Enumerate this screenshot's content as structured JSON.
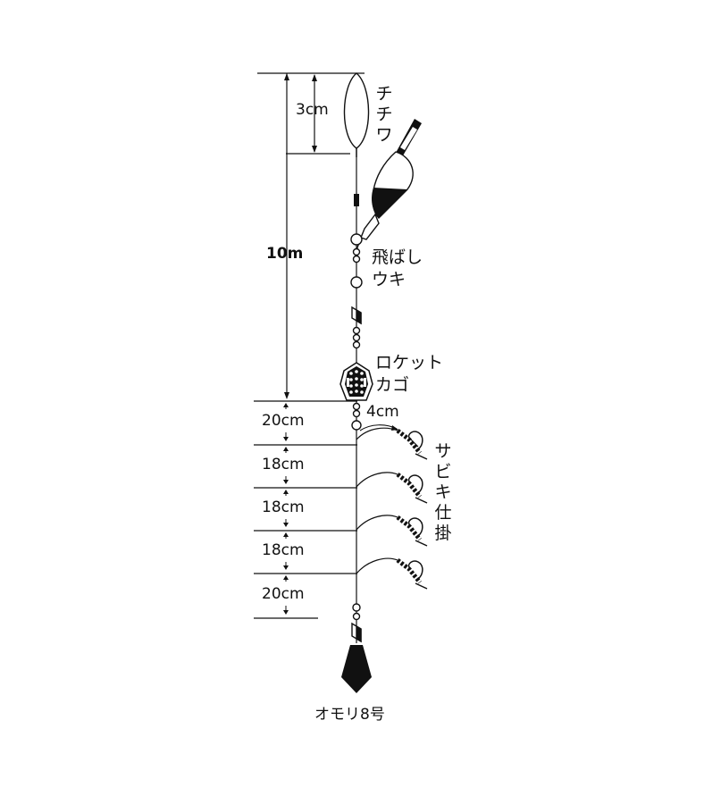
{
  "labels": {
    "chichiwa": [
      "チ",
      "チ",
      "ワ"
    ],
    "tobashi_uki": [
      "飛ばし",
      "ウキ"
    ],
    "rocket_kago": [
      "ロケット",
      "カゴ"
    ],
    "sabiki_shikake": [
      "サ",
      "ビ",
      "キ",
      "仕",
      "掛"
    ],
    "omori": "オモリ8号"
  },
  "dimensions": {
    "top_section": "3cm",
    "main_line": "10m",
    "branch_offset": "4cm",
    "intervals": [
      "20cm",
      "18cm",
      "18cm",
      "18cm",
      "20cm"
    ]
  },
  "colors": {
    "line": "#111111",
    "sinker": "#111111",
    "background": "#ffffff"
  }
}
